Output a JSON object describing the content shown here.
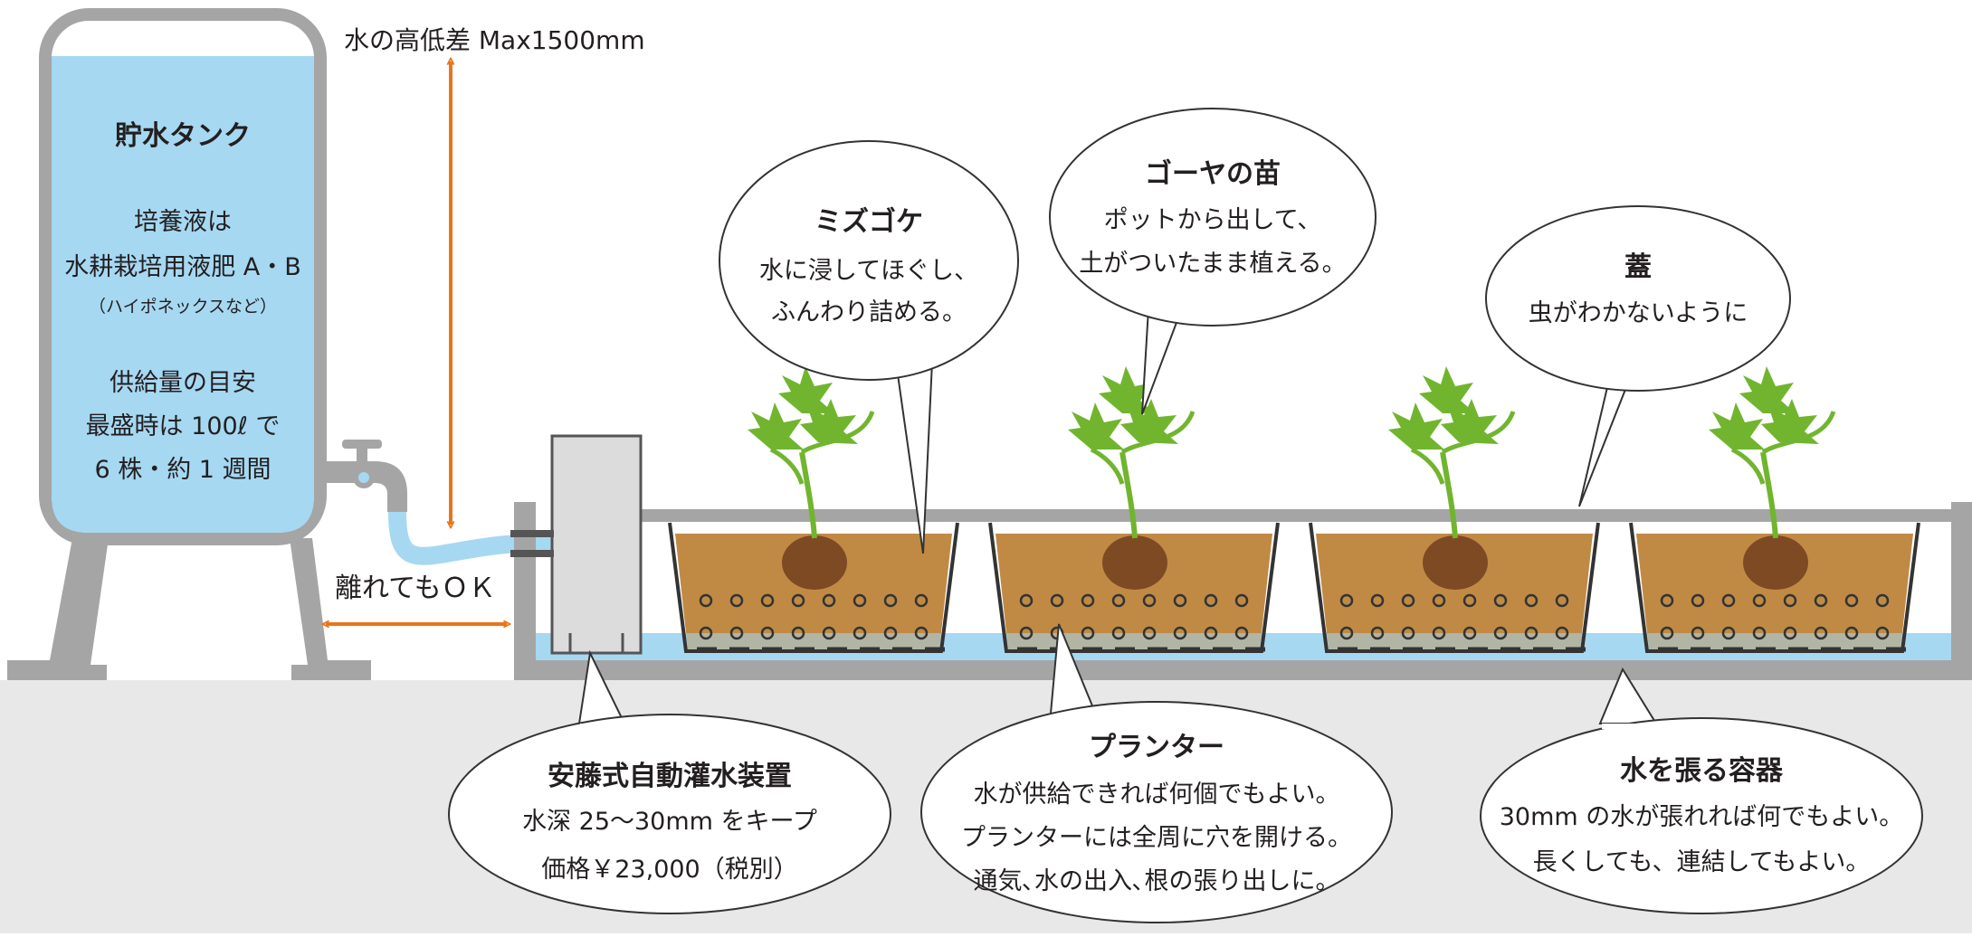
{
  "tank": {
    "title": "貯水タンク",
    "nutrient_line1": "培養液は",
    "nutrient_line2": "水耕栽培用液肥 A・B",
    "nutrient_line3": "（ハイポネックスなど）",
    "supply_line1": "供給量の目安",
    "supply_line2": "最盛時は 100ℓ で",
    "supply_line3": "6 株・約 1 週間"
  },
  "height_note": "水の高低差 Max1500mm",
  "distance_note": "離れてもＯＫ",
  "bubbles": {
    "moss": {
      "title": "ミズゴケ",
      "line1": "水に浸してほぐし、",
      "line2": "ふんわり詰める。"
    },
    "seedling": {
      "title": "ゴーヤの苗",
      "line1": "ポットから出して、",
      "line2": "土がついたまま植える。"
    },
    "lid": {
      "title": "蓋",
      "line1": "虫がわかないように"
    },
    "device": {
      "title": "安藤式自動灌水装置",
      "line1": "水深 25〜30mm をキープ",
      "line2": "価格￥23,000（税別）"
    },
    "planter": {
      "title": "プランター",
      "line1": "水が供給できれば何個でもよい。",
      "line2": "プランターには全周に穴を開ける。",
      "line3": "通気､水の出入､根の張り出しに。"
    },
    "container": {
      "title": "水を張る容器",
      "line1": "30mm の水が張れれば何でもよい。",
      "line2": "長くしても、連結してもよい。"
    }
  },
  "colors": {
    "water": "#a6d8f2",
    "frame_gray": "#a5a5a5",
    "soil": "#c08a45",
    "root_ball": "#7e4a24",
    "leaf": "#71b52f",
    "arrow_orange": "#e8761c",
    "floor_gray": "#e8e8e8"
  }
}
